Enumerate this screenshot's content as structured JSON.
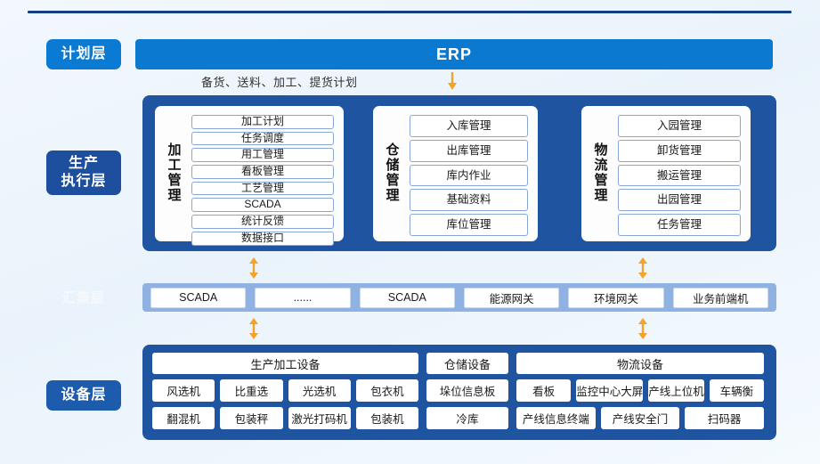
{
  "colors": {
    "panel_blue": "#1e54a0",
    "bright_blue": "#0c79d0",
    "agg_blue": "#8fb2e2",
    "arrow_orange": "#f5a22a",
    "rule_blue": "#123f86"
  },
  "layers": {
    "plan": "计划层",
    "execution": "生产\n执行层",
    "execution_line1": "生产",
    "execution_line2": "执行层",
    "aggregation": "汇集层",
    "device": "设备层"
  },
  "plan_layer": {
    "erp_label": "ERP",
    "caption": "备货、送料、加工、提货计划",
    "arrow": "down-arrow"
  },
  "execution_layer": {
    "cards": [
      {
        "title": "加工管理",
        "title_chars": [
          "加",
          "工",
          "管",
          "理"
        ],
        "items": [
          "加工计划",
          "任务调度",
          "用工管理",
          "看板管理",
          "工艺管理",
          "SCADA",
          "统计反馈",
          "数据接口"
        ]
      },
      {
        "title": "仓储管理",
        "title_chars": [
          "仓",
          "储",
          "管",
          "理"
        ],
        "items": [
          "入库管理",
          "出库管理",
          "库内作业",
          "基础资料",
          "库位管理"
        ]
      },
      {
        "title": "物流管理",
        "title_chars": [
          "物",
          "流",
          "管",
          "理"
        ],
        "items": [
          "入园管理",
          "卸货管理",
          "搬运管理",
          "出园管理",
          "任务管理"
        ]
      }
    ]
  },
  "aggregation_layer": {
    "items": [
      "SCADA",
      "......",
      "SCADA",
      "能源网关",
      "环境网关",
      "业务前端机"
    ]
  },
  "device_layer": {
    "groups": [
      {
        "header": "生产加工设备",
        "row1": [
          "风选机",
          "比重选",
          "光选机",
          "包衣机"
        ],
        "row2": [
          "翻混机",
          "包装秤",
          "激光打码机",
          "包装机"
        ]
      },
      {
        "header": "仓储设备",
        "row1": [
          "垛位信息板"
        ],
        "row2": [
          "冷库"
        ]
      },
      {
        "header": "物流设备",
        "row1": [
          "看板",
          "监控中心大屏",
          "产线上位机",
          "车辆衡"
        ],
        "row2": [
          "产线信息终端",
          "产线安全门",
          "扫码器"
        ]
      }
    ]
  },
  "connectors": {
    "bidirectional": [
      "double-arrow-left-upper",
      "double-arrow-right-upper",
      "double-arrow-left-lower",
      "double-arrow-right-lower"
    ]
  }
}
